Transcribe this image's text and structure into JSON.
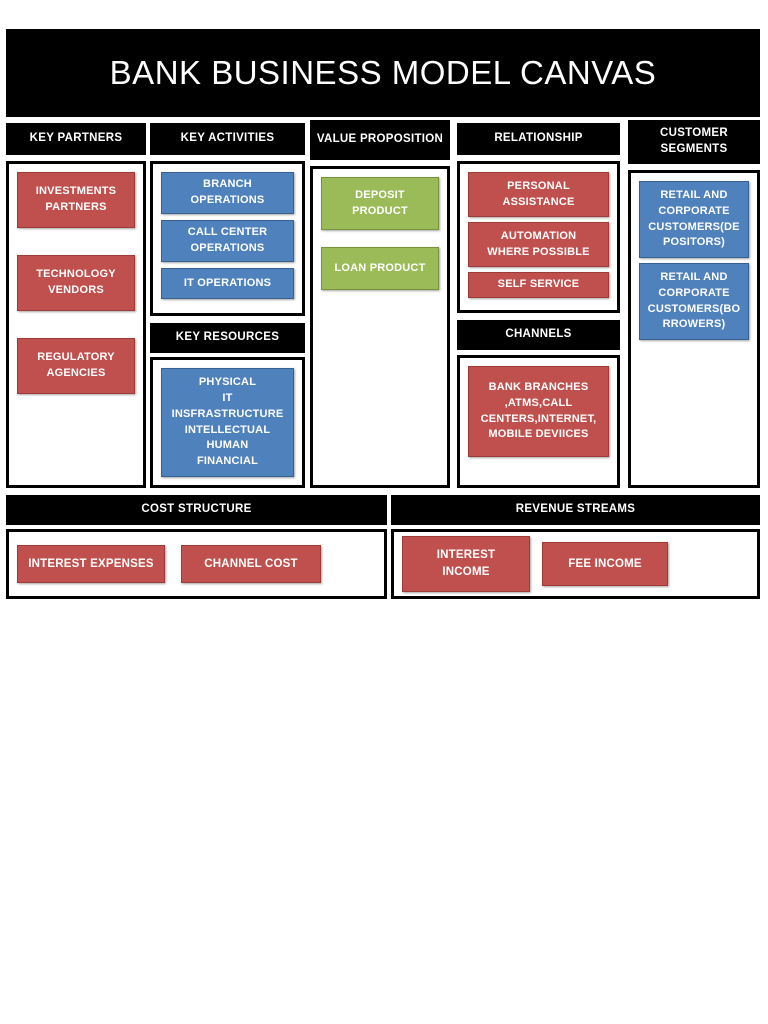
{
  "title": "BANK BUSINESS MODEL CANVAS",
  "colors": {
    "header_bg": "#000000",
    "header_text": "#FFFFFF",
    "red_card": "#C0504D",
    "blue_card": "#4F81BD",
    "green_card": "#9BBB59",
    "panel_border": "#000000",
    "page_bg": "#FFFFFF"
  },
  "columns": {
    "key_partners": {
      "header": "KEY PARTNERS",
      "cards": [
        {
          "label": "INVESTMENTS\nPARTNERS",
          "color": "red"
        },
        {
          "label": "TECHNOLOGY\nVENDORS",
          "color": "red"
        },
        {
          "label": "REGULATORY\nAGENCIES",
          "color": "red"
        }
      ]
    },
    "key_activities": {
      "header": "KEY ACTIVITIES",
      "cards": [
        {
          "label": "BRANCH\nOPERATIONS",
          "color": "blue"
        },
        {
          "label": "CALL CENTER\nOPERATIONS",
          "color": "blue"
        },
        {
          "label": "IT OPERATIONS",
          "color": "blue"
        }
      ]
    },
    "key_resources": {
      "header": "KEY RESOURCES",
      "cards": [
        {
          "label": "PHYSICAL\nIT INSFRASTRUCTURE\nINTELLECTUAL\nHUMAN\nFINANCIAL",
          "color": "blue"
        }
      ]
    },
    "value_proposition": {
      "header": "VALUE PROPOSITION",
      "cards": [
        {
          "label": "DEPOSIT\nPRODUCT",
          "color": "green"
        },
        {
          "label": "LOAN PRODUCT",
          "color": "green"
        }
      ]
    },
    "relationship": {
      "header": "RELATIONSHIP",
      "cards": [
        {
          "label": "PERSONAL\nASSISTANCE",
          "color": "red"
        },
        {
          "label": "AUTOMATION\nWHERE POSSIBLE",
          "color": "red"
        },
        {
          "label": "SELF SERVICE",
          "color": "red"
        }
      ]
    },
    "channels": {
      "header": "CHANNELS",
      "cards": [
        {
          "label": "BANK BRANCHES\n,ATMS,CALL\nCENTERS,INTERNET,\nMOBILE DEVIICES",
          "color": "red"
        }
      ]
    },
    "customer_segments": {
      "header": "CUSTOMER\nSEGMENTS",
      "cards": [
        {
          "label": "RETAIL AND\nCORPORATE\nCUSTOMERS(DE\nPOSITORS)",
          "color": "blue"
        },
        {
          "label": "RETAIL AND\nCORPORATE\nCUSTOMERS(BO\nRROWERS)",
          "color": "blue"
        }
      ]
    },
    "cost_structure": {
      "header": "COST STRUCTURE",
      "cards": [
        {
          "label": "INTEREST EXPENSES",
          "color": "red"
        },
        {
          "label": "CHANNEL COST",
          "color": "red"
        }
      ]
    },
    "revenue_streams": {
      "header": "REVENUE STREAMS",
      "cards": [
        {
          "label": "INTEREST\nINCOME",
          "color": "red"
        },
        {
          "label": "FEE INCOME",
          "color": "red"
        }
      ]
    }
  }
}
